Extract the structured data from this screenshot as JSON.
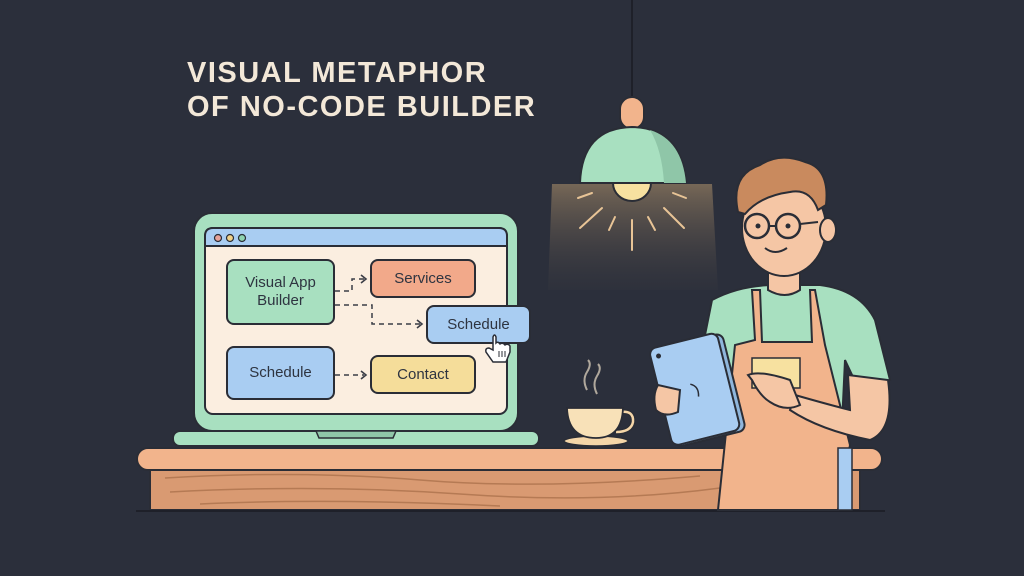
{
  "title": {
    "line1": "VISUAL METAPHOR",
    "line2": "OF NO-CODE BUILDER"
  },
  "laptop_screen": {
    "window_dots": [
      "#e6a29a",
      "#f0d28a",
      "#8ed3b0"
    ],
    "nodes": [
      {
        "id": "visual-app-builder",
        "label": "Visual App Builder",
        "color": "#a8e0c0"
      },
      {
        "id": "services",
        "label": "Services",
        "color": "#f2a98a"
      },
      {
        "id": "schedule-dragged",
        "label": "Schedule",
        "color": "#a9cdf2"
      },
      {
        "id": "schedule",
        "label": "Schedule",
        "color": "#a9cdf2"
      },
      {
        "id": "contact",
        "label": "Contact",
        "color": "#f5dd9a"
      }
    ],
    "cursor": "hand-pointer-icon"
  },
  "colors": {
    "background": "#2b2f3b",
    "laptop_body": "#a8e0c0",
    "screen_bg": "#fbeee0",
    "titlebar": "#a9cdf2",
    "lamp_shade": "#a8e0c0",
    "counter_top": "#f2b48c",
    "counter_wood": "#d99a72",
    "apron": "#f2b48c",
    "shirt": "#a8e0c0",
    "tablet": "#a9cdf2",
    "outline": "#2a2d36"
  }
}
